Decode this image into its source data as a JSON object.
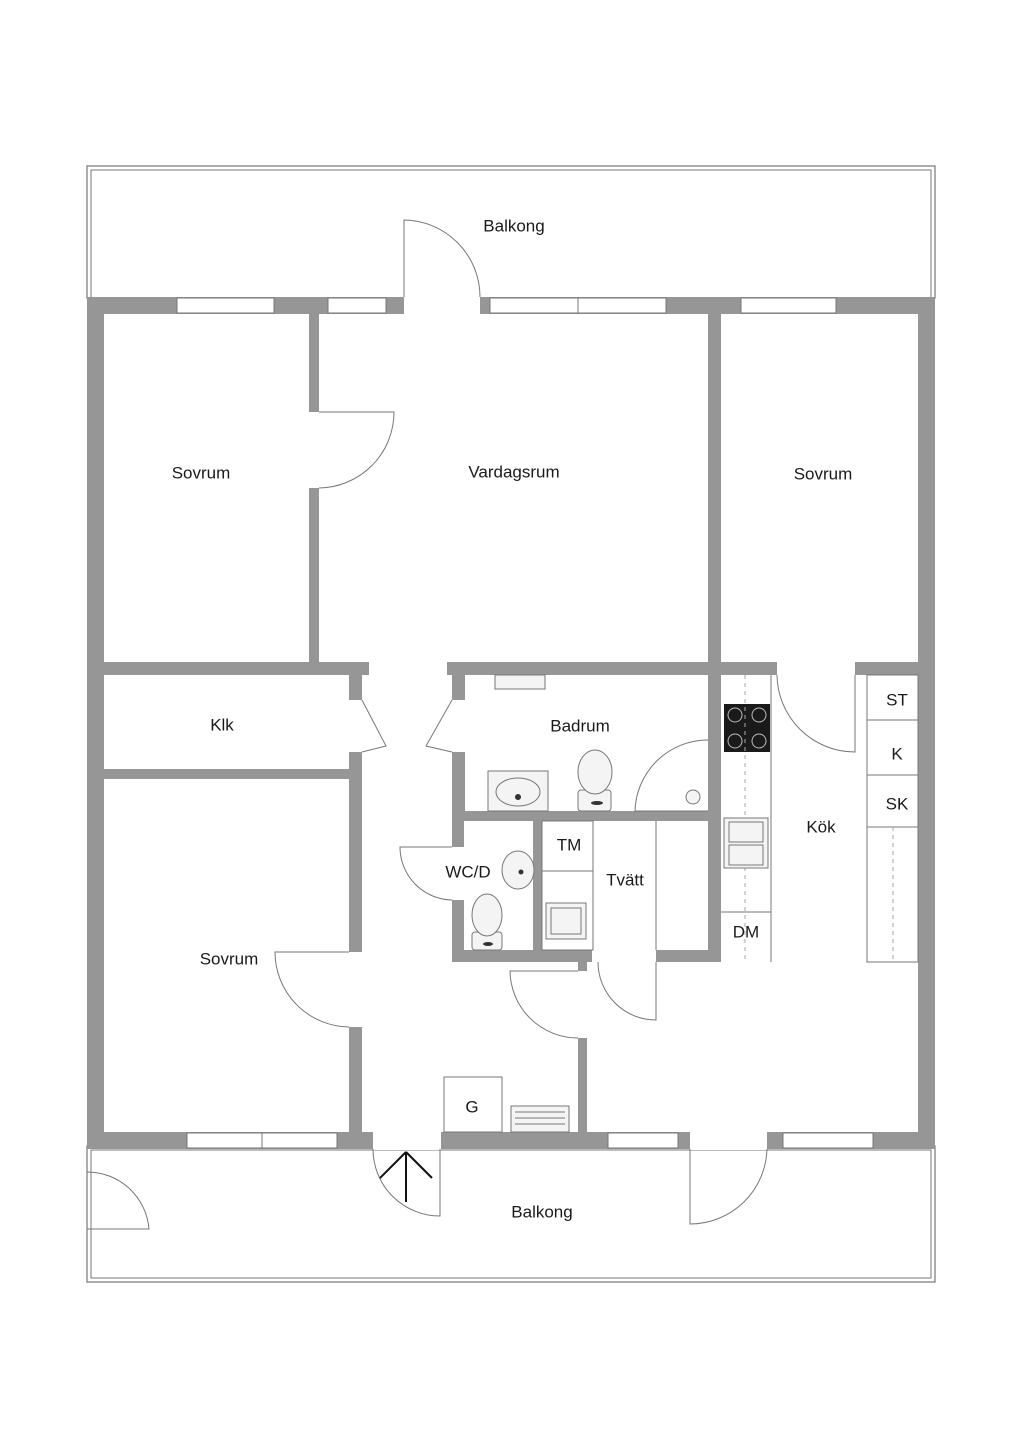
{
  "rooms": {
    "balkong_top": "Balkong",
    "sovrum_nw": "Sovrum",
    "vardagsrum": "Vardagsrum",
    "sovrum_ne": "Sovrum",
    "klk": "Klk",
    "badrum": "Badrum",
    "wcd": "WC/D",
    "tm": "TM",
    "tvatt": "Tvätt",
    "kok": "Kök",
    "st": "ST",
    "k": "K",
    "sk": "SK",
    "dm": "DM",
    "sovrum_sw": "Sovrum",
    "g": "G",
    "balkong_bottom": "Balkong"
  },
  "icons": {
    "north_arrow": "north-arrow-icon",
    "stove": "stove-icon",
    "sink": "kitchen-sink-icon",
    "toilet": "toilet-icon",
    "washbasin": "washbasin-icon"
  },
  "colors": {
    "wall": "#969696",
    "outline": "#8a8a8a",
    "background": "#ffffff"
  }
}
